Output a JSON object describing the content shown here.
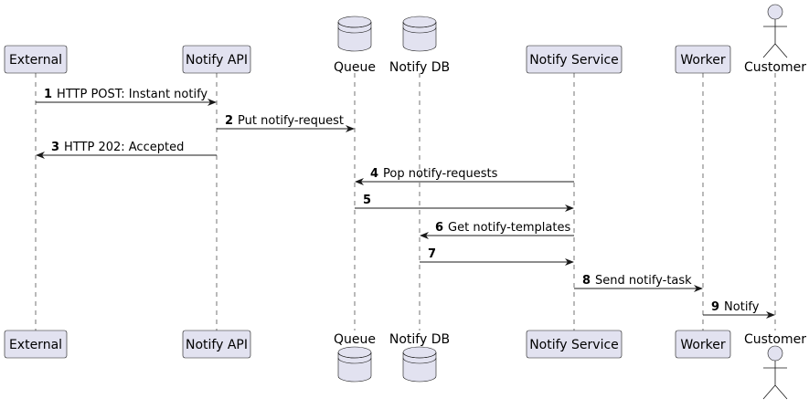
{
  "participants": [
    {
      "id": "external",
      "label": "External",
      "type": "participant"
    },
    {
      "id": "notify-api",
      "label": "Notify API",
      "type": "participant"
    },
    {
      "id": "queue",
      "label": "Queue",
      "type": "database"
    },
    {
      "id": "notify-db",
      "label": "Notify DB",
      "type": "database"
    },
    {
      "id": "notify-service",
      "label": "Notify Service",
      "type": "participant"
    },
    {
      "id": "worker",
      "label": "Worker",
      "type": "participant"
    },
    {
      "id": "customer",
      "label": "Customer",
      "type": "actor"
    }
  ],
  "messages": [
    {
      "num": "1",
      "text": "HTTP POST: Instant notify",
      "from": "external",
      "to": "notify-api"
    },
    {
      "num": "2",
      "text": "Put notify-request",
      "from": "notify-api",
      "to": "queue"
    },
    {
      "num": "3",
      "text": "HTTP 202: Accepted",
      "from": "notify-api",
      "to": "external"
    },
    {
      "num": "4",
      "text": "Pop notify-requests",
      "from": "notify-service",
      "to": "queue"
    },
    {
      "num": "5",
      "text": "",
      "from": "queue",
      "to": "notify-service"
    },
    {
      "num": "6",
      "text": "Get notify-templates",
      "from": "notify-service",
      "to": "notify-db"
    },
    {
      "num": "7",
      "text": "",
      "from": "notify-db",
      "to": "notify-service"
    },
    {
      "num": "8",
      "text": "Send notify-task",
      "from": "notify-service",
      "to": "worker"
    },
    {
      "num": "9",
      "text": "Notify",
      "from": "worker",
      "to": "customer"
    }
  ]
}
